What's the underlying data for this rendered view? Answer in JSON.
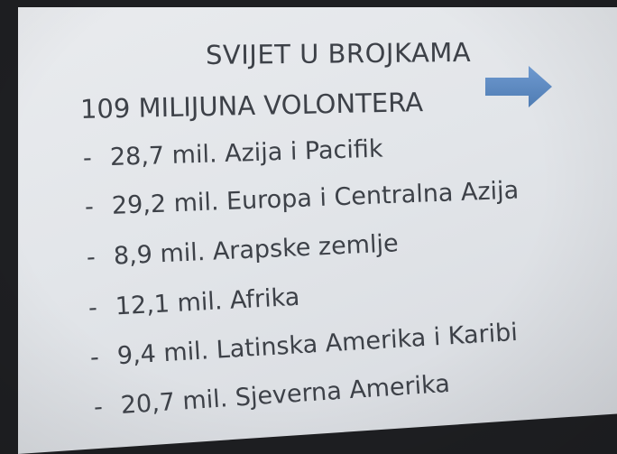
{
  "slide": {
    "title": "SVIJET U BROJKAMA",
    "headline": "109 MILIJUNA VOLONTERA",
    "bullet": "-",
    "items": [
      {
        "text": "28,7 mil. Azija i Pacifik"
      },
      {
        "text": "29,2 mil. Europa i Centralna Azija"
      },
      {
        "text": "8,9 mil. Arapske zemlje"
      },
      {
        "text": "12,1 mil. Afrika"
      },
      {
        "text": "9,4 mil. Latinska Amerika i Karibi"
      },
      {
        "text": "20,7 mil. Sjeverna Amerika"
      }
    ],
    "arrow_icon": "arrow-right-icon",
    "colors": {
      "text": "#3d4148",
      "arrow": "#5b88bf",
      "screen": "#e4e6ea"
    }
  }
}
